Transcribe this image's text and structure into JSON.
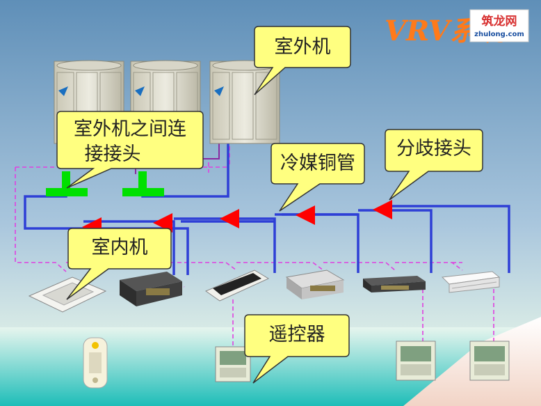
{
  "title": "VRV系统",
  "logo": {
    "text_cn": "筑龙网",
    "text_en": "zhulong.com"
  },
  "callouts": {
    "outdoor_unit": "室外机",
    "connector_line1": "室外机之间连",
    "connector_line2": "接接头",
    "refrigerant_pipe": "冷媒铜管",
    "branch_joint": "分歧接头",
    "indoor_unit": "室内机",
    "remote_control": "遥控器"
  },
  "colors": {
    "pipe": "#2e3fd6",
    "joint": "#00e000",
    "arrow": "#ff0000",
    "control_wire": "#e040e0",
    "callout_fill": "#ffff80",
    "title": "#ff7a1a"
  },
  "icons": {
    "outdoor_units": "outdoor-unit-icon",
    "indoor_units": "indoor-unit-icon",
    "remote_controllers": "remote-controller-icon"
  }
}
